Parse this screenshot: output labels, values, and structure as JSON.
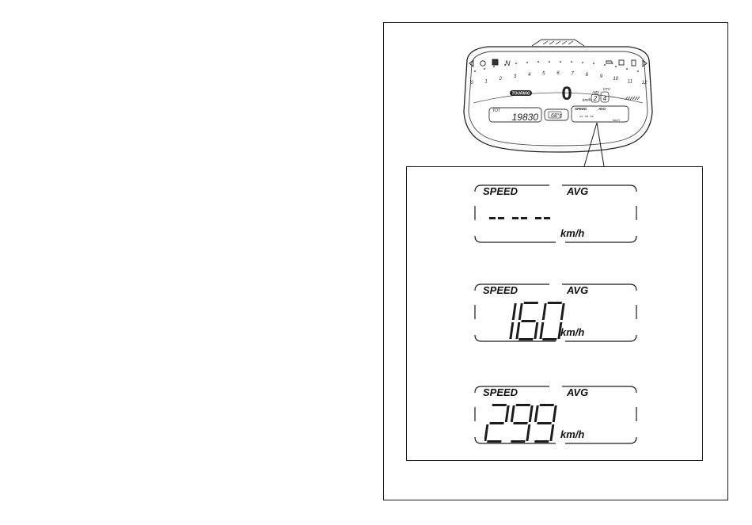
{
  "dashboard": {
    "rpm_scale": [
      "0",
      "1",
      "2",
      "3",
      "4",
      "5",
      "6",
      "7",
      "8",
      "9",
      "10",
      "11",
      "12"
    ],
    "speed_value": "0",
    "speed_unit": "km/h",
    "riding_mode": "TOURING",
    "abs_label": "ABS",
    "abs_value": "2",
    "dtc_label": "DTC",
    "dtc_value": "4",
    "neutral_indicator": "N",
    "odometer_label": "TOT",
    "odometer_value": "19830",
    "temperature_value": "68°c",
    "info_speed_label": "SPEED",
    "info_avg_label": "AVG",
    "info_value": "-- -- --",
    "info_unit": "km/h"
  },
  "panels": [
    {
      "speed_label": "SPEED",
      "avg_label": "AVG",
      "unit": "km/h",
      "display": "-- -- --"
    },
    {
      "speed_label": "SPEED",
      "avg_label": "AVG",
      "unit": "km/h",
      "display": "160"
    },
    {
      "speed_label": "SPEED",
      "avg_label": "AVG",
      "unit": "km/h",
      "display": "299"
    }
  ]
}
